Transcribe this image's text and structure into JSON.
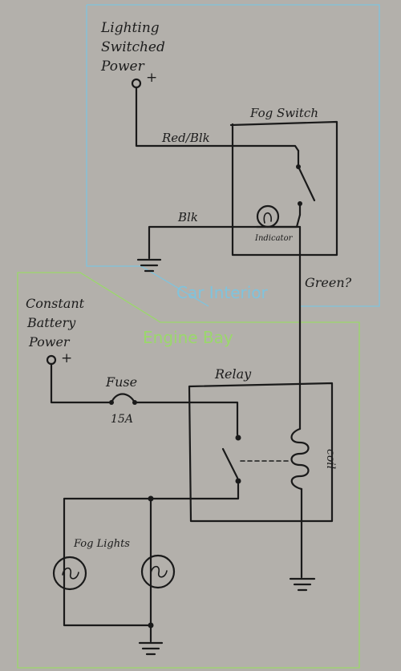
{
  "colors": {
    "paper": "#b3b0ab",
    "ink": "#1a1a1a",
    "car_interior": "#7fc3dd",
    "engine_bay": "#9ad86a"
  },
  "zones": {
    "car_interior": "Car Interior",
    "engine_bay": "Engine Bay"
  },
  "labels": {
    "lighting_power": [
      "Lighting",
      "Switched",
      "Power"
    ],
    "constant_power": [
      "Constant",
      "Battery",
      "Power"
    ],
    "plus": "+",
    "fog_switch": "Fog Switch",
    "red_blk": "Red/Blk",
    "blk": "Blk",
    "indicator": "Indicator",
    "green": "Green?",
    "relay": "Relay",
    "coil": "coil",
    "fuse": "Fuse",
    "fuse_rating": "15A",
    "fog_lights": "Fog Lights"
  }
}
